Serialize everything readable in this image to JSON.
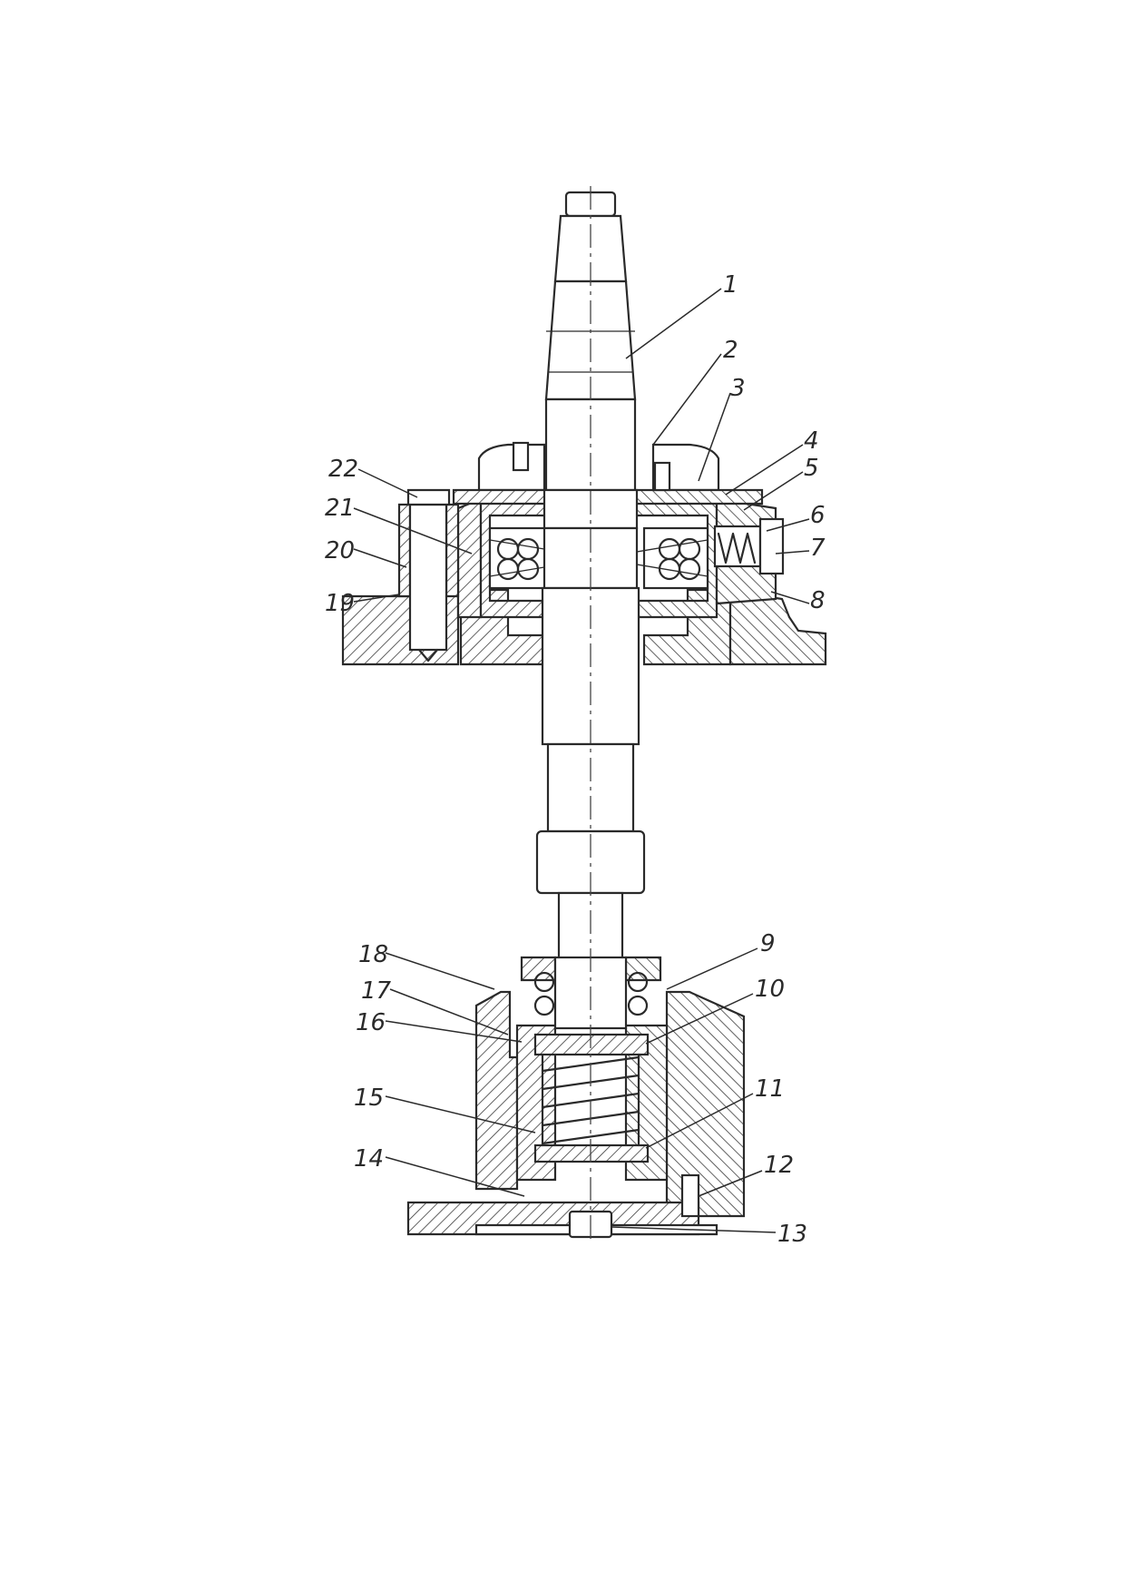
{
  "labels": [
    "1",
    "2",
    "3",
    "4",
    "5",
    "6",
    "7",
    "8",
    "9",
    "10",
    "11",
    "12",
    "13",
    "14",
    "15",
    "16",
    "17",
    "18",
    "19",
    "20",
    "21",
    "22"
  ]
}
